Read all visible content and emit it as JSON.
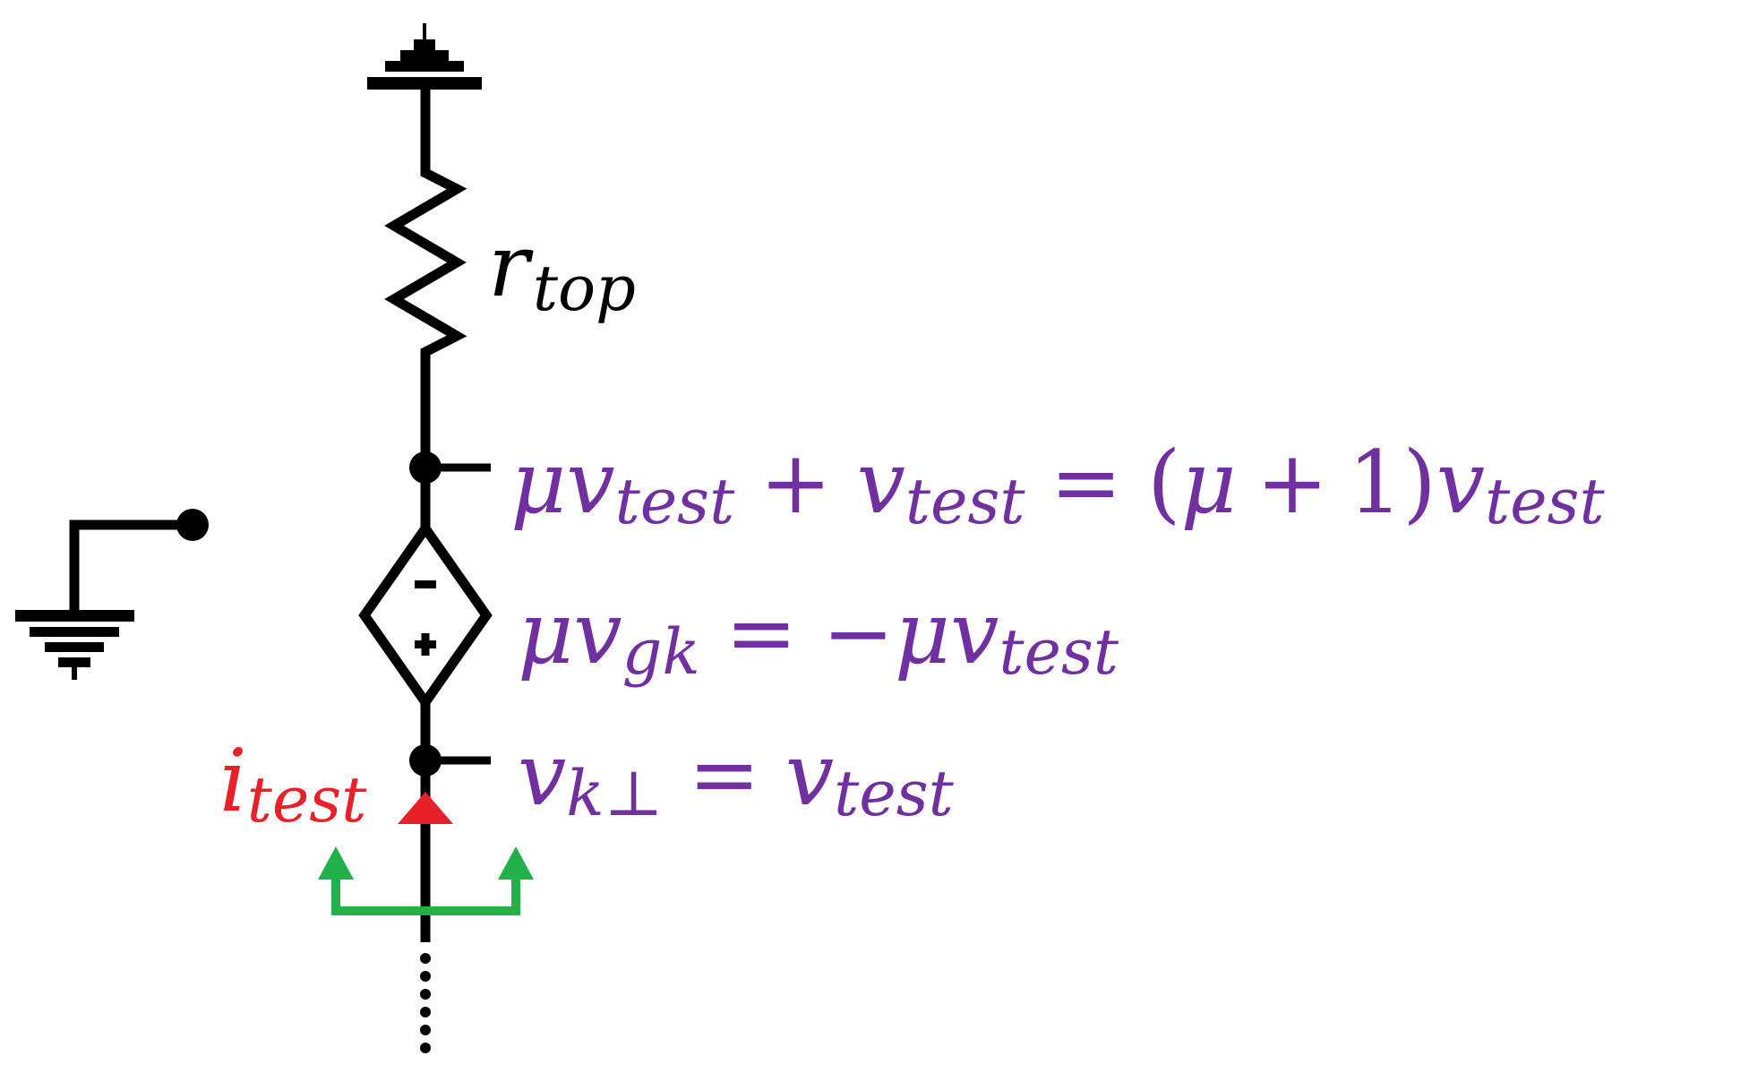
{
  "colors": {
    "wire": "#000000",
    "expression": "#7030A0",
    "current": "#E8202A",
    "arrow": "#22B04B"
  },
  "labels": {
    "r_top": {
      "main": "r",
      "sub": "top"
    },
    "node_top": {
      "mu1": "μ",
      "v1": "v",
      "sub1": "test",
      "plus": "+",
      "v2": "v",
      "sub2": "test",
      "equals": "=",
      "paren_open": "(",
      "mu2": "μ",
      "plus2": "+",
      "one": "1",
      "paren_close": ")",
      "v3": "v",
      "sub3": "test"
    },
    "source": {
      "mu1": "μ",
      "v1": "v",
      "sub1": "gk",
      "equals": "=",
      "minus": "−",
      "mu2": "μ",
      "v2": "v",
      "sub2": "test"
    },
    "node_bottom": {
      "v1": "v",
      "sub1": "k⊥",
      "equals": "=",
      "v2": "v",
      "sub2": "test"
    },
    "current": {
      "main": "i",
      "sub": "test"
    }
  }
}
